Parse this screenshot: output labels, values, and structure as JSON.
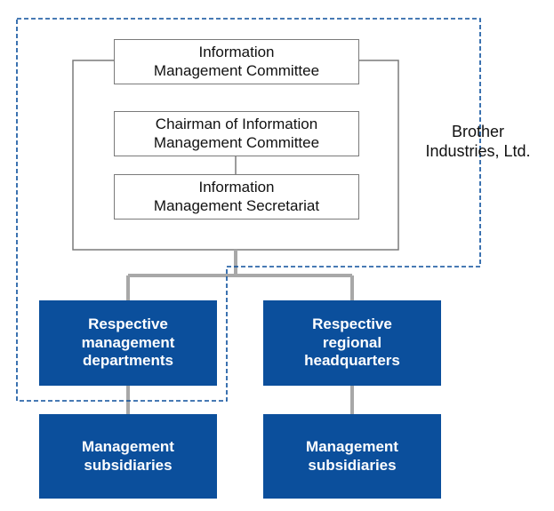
{
  "diagram": {
    "company_label": [
      "Brother",
      "Industries, Ltd."
    ],
    "committee": [
      "Information",
      "Management Committee"
    ],
    "chairman": [
      "Chairman of Information",
      "Management Committee"
    ],
    "secretariat": [
      "Information",
      "Management Secretariat"
    ],
    "departments": [
      "Respective",
      "management",
      "departments"
    ],
    "regional": [
      "Respective",
      "regional",
      "headquarters"
    ],
    "subsidiaries_left": [
      "Management",
      "subsidiaries"
    ],
    "subsidiaries_right": [
      "Management",
      "subsidiaries"
    ]
  },
  "colors": {
    "blue_box": "#0b4f9c",
    "dashed_border": "#0b4f9c",
    "connector_gray": "#a8a8a8",
    "outline_gray": "#7a7a7a"
  }
}
